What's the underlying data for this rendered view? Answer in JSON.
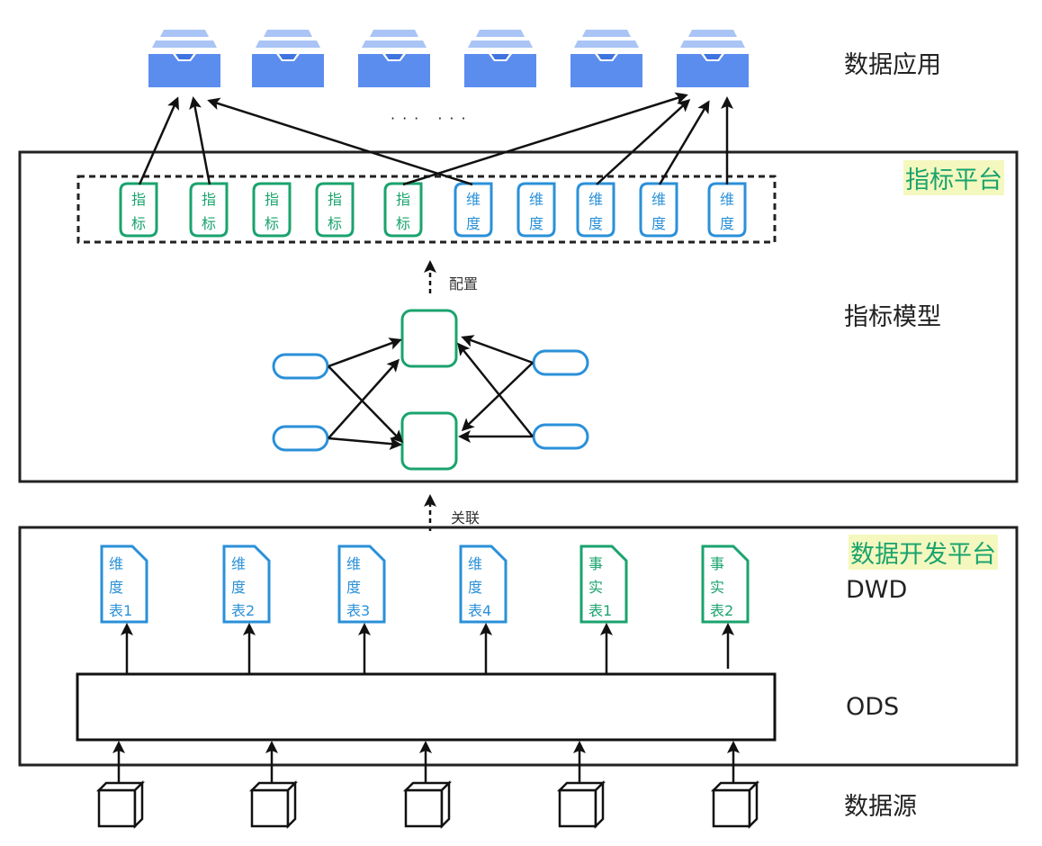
{
  "layers": {
    "data_app": "数据应用",
    "metric_model": "指标模型",
    "dwd": "DWD",
    "ods": "ODS",
    "data_source": "数据源"
  },
  "platforms": {
    "metric_platform": "指标平台",
    "data_dev_platform": "数据开发平台"
  },
  "edge_labels": {
    "configure": "配置",
    "associate": "关联"
  },
  "ellipsis": "··· ···",
  "apps": {
    "count": 6
  },
  "metric_platform_items": [
    {
      "type": "metric",
      "line1": "指",
      "line2": "标"
    },
    {
      "type": "metric",
      "line1": "指",
      "line2": "标"
    },
    {
      "type": "metric",
      "line1": "指",
      "line2": "标"
    },
    {
      "type": "metric",
      "line1": "指",
      "line2": "标"
    },
    {
      "type": "metric",
      "line1": "指",
      "line2": "标"
    },
    {
      "type": "dimension",
      "line1": "维",
      "line2": "度"
    },
    {
      "type": "dimension",
      "line1": "维",
      "line2": "度"
    },
    {
      "type": "dimension",
      "line1": "维",
      "line2": "度"
    },
    {
      "type": "dimension",
      "line1": "维",
      "line2": "度"
    },
    {
      "type": "dimension",
      "line1": "维",
      "line2": "度"
    }
  ],
  "dwd_tables": [
    {
      "type": "dimension",
      "line1": "维",
      "line2": "度",
      "line3": "表1"
    },
    {
      "type": "dimension",
      "line1": "维",
      "line2": "度",
      "line3": "表2"
    },
    {
      "type": "dimension",
      "line1": "维",
      "line2": "度",
      "line3": "表3"
    },
    {
      "type": "dimension",
      "line1": "维",
      "line2": "度",
      "line3": "表4"
    },
    {
      "type": "fact",
      "line1": "事",
      "line2": "实",
      "line3": "表1"
    },
    {
      "type": "fact",
      "line1": "事",
      "line2": "实",
      "line3": "表2"
    }
  ],
  "sources": {
    "count": 5
  },
  "colors": {
    "metric_green": "#1aa36e",
    "dimension_blue": "#2a90d8",
    "app_blue": "#5b8def",
    "app_light": "#a9c4f5",
    "tag_bg": "#f4f8be",
    "line": "#111111"
  }
}
